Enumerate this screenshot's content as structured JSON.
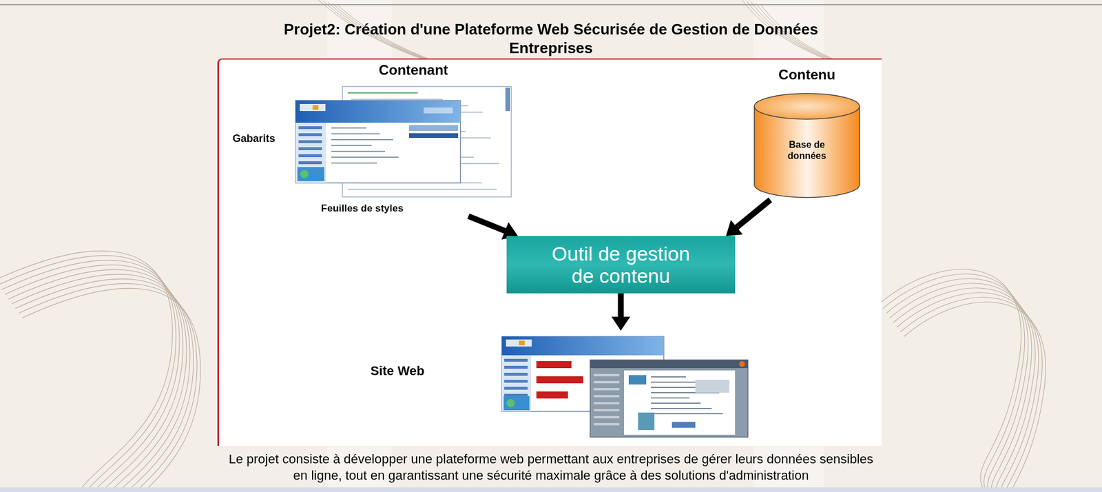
{
  "diagram": {
    "title": "Projet2: Création d'une Plateforme Web Sécurisée de Gestion de Données Entreprises",
    "caption": "Le projet consiste à développer une plateforme web permettant aux entreprises de gérer leurs données sensibles en ligne, tout en garantissant une sécurité maximale grâce à des solutions d'administration",
    "nodes": [
      {
        "text": [
          "Contenant",
          "Gabarits",
          "Feuilles de styles"
        ]
      },
      {
        "text": [
          "Contenu",
          "Base de données"
        ]
      },
      {
        "text": [
          "Outil de gestion de contenu"
        ]
      },
      {
        "text": [
          "Site Web"
        ]
      }
    ],
    "edges": [
      {
        "from": 0,
        "to": 2,
        "arrow": "to"
      },
      {
        "from": 1,
        "to": 2,
        "arrow": "to"
      },
      {
        "from": 2,
        "to": 3,
        "arrow": "to"
      }
    ]
  }
}
